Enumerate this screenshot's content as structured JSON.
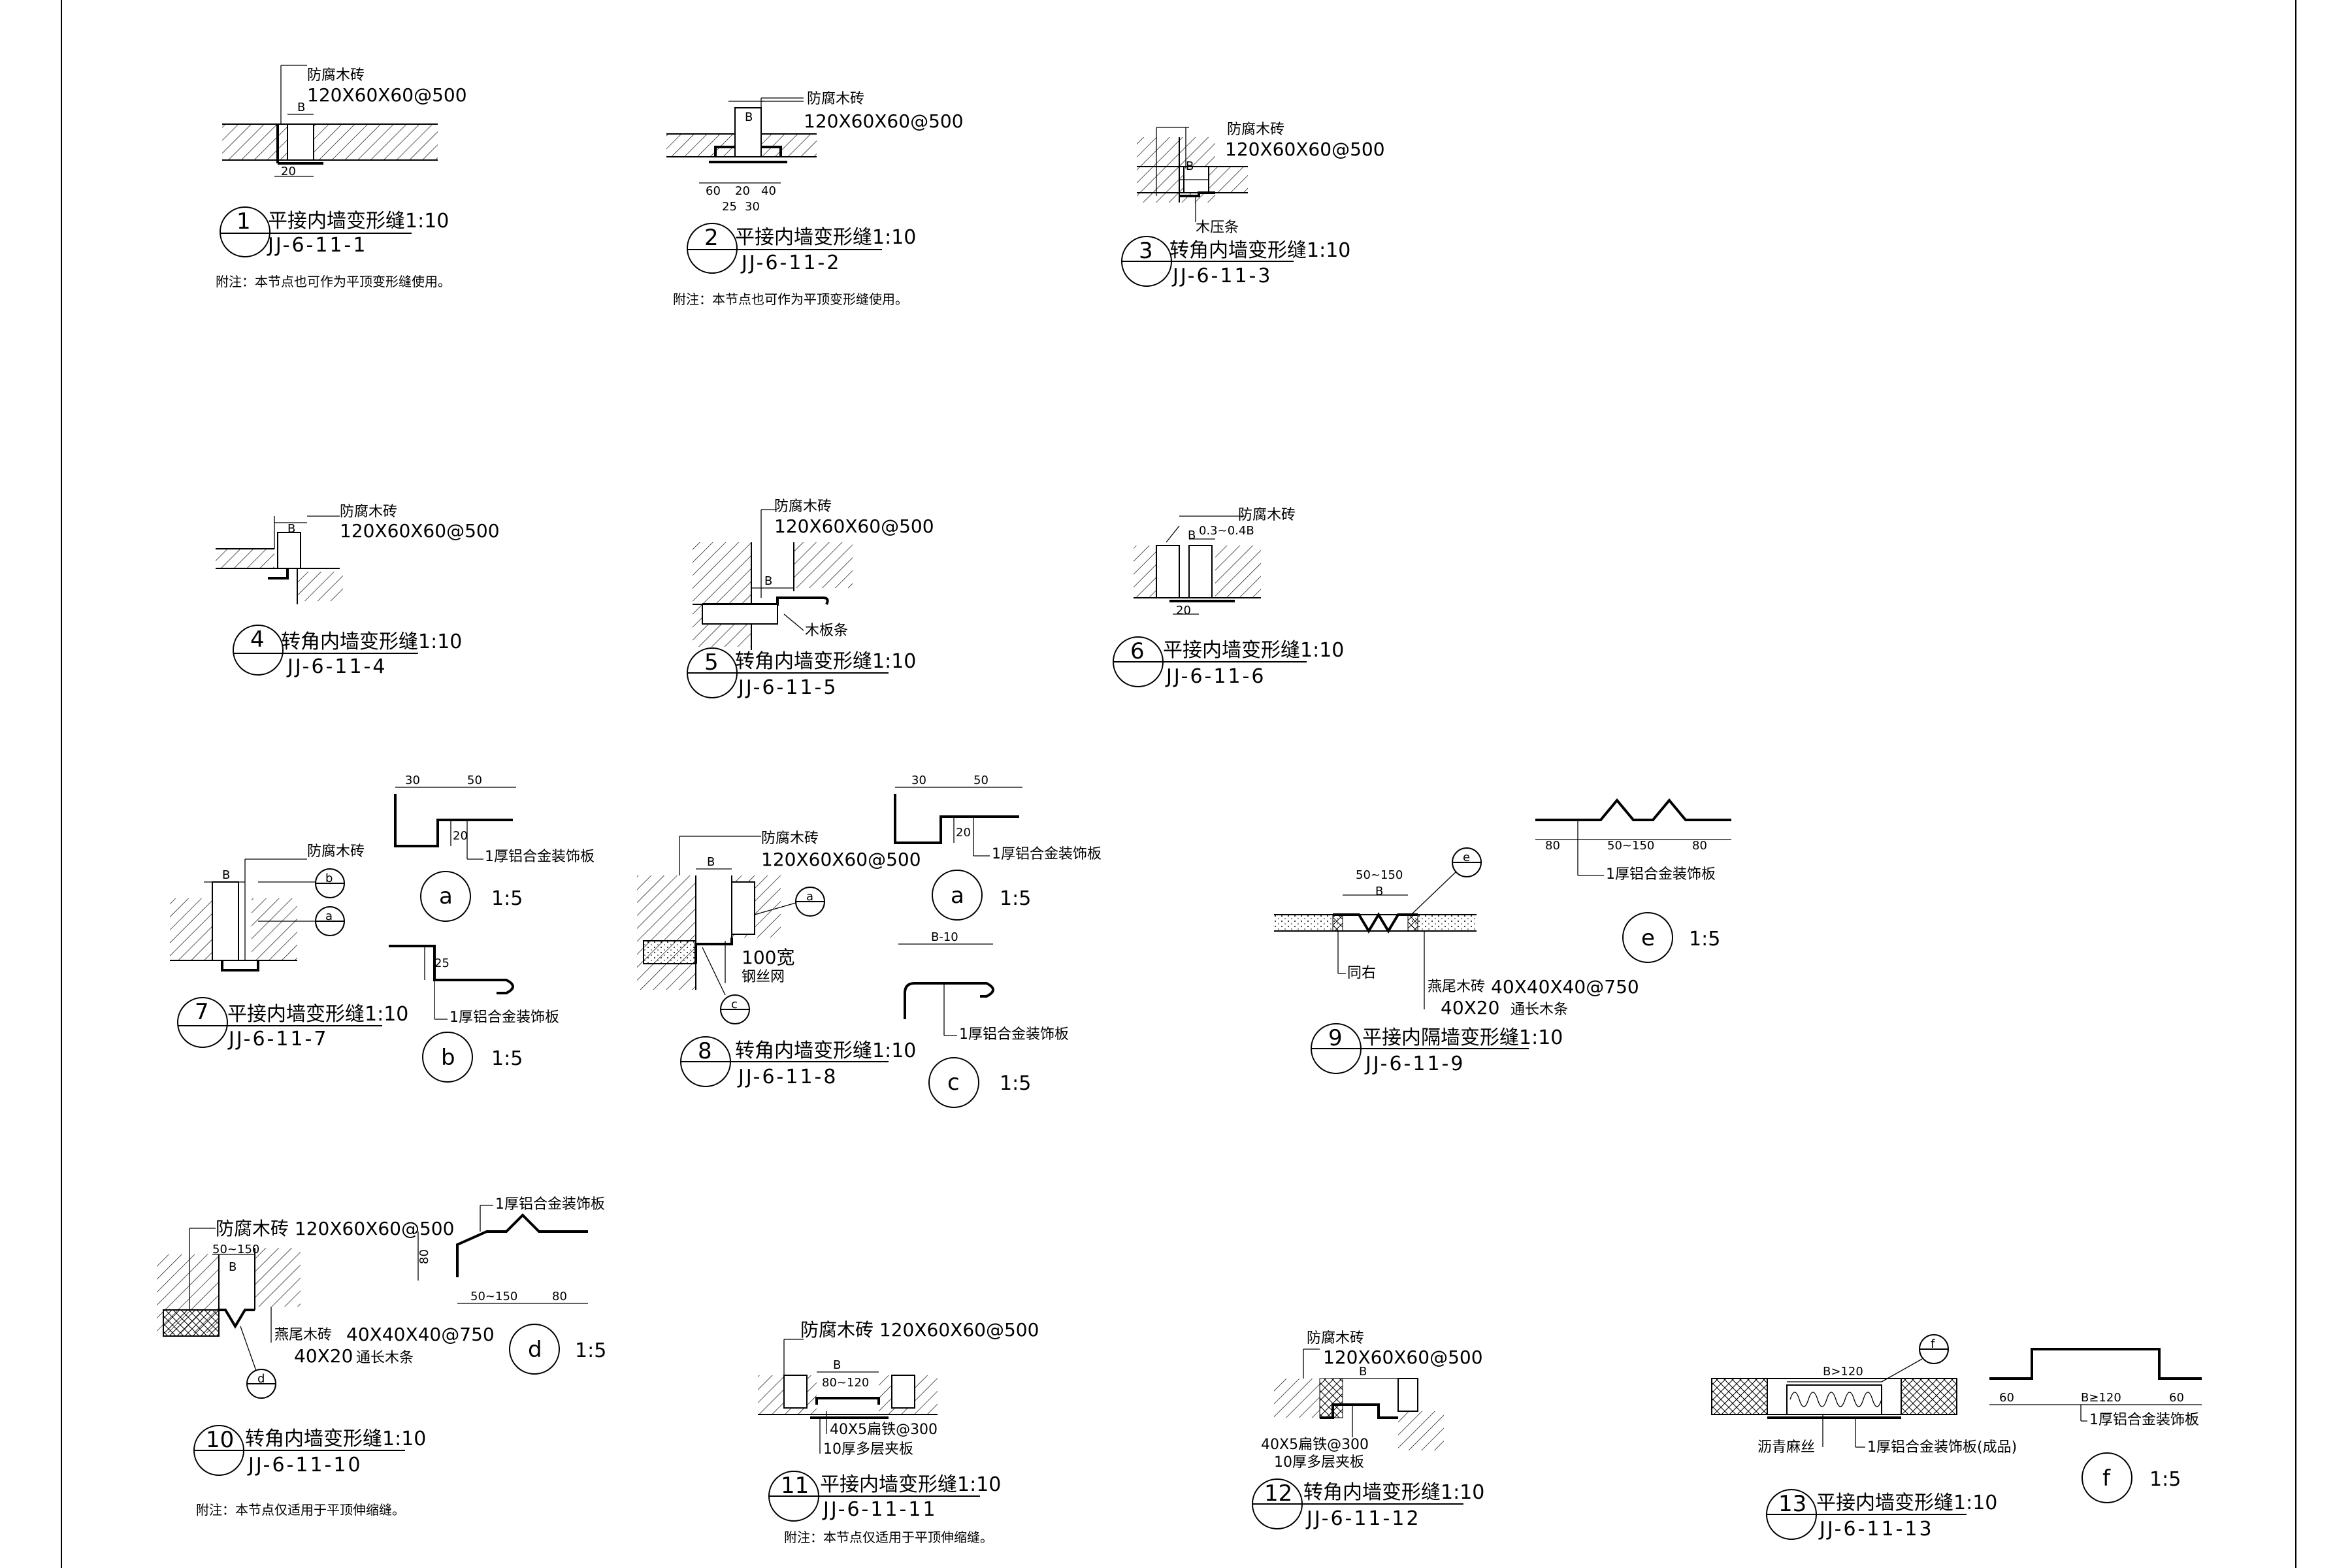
{
  "mat": {
    "anticorr_brick": "防腐木砖",
    "brick_spec": "120X60X60@500",
    "brick_full": "防腐木砖 120X60X60@500",
    "wood_strip": "木压条",
    "wood_board": "木板条",
    "ratio": "0.3~0.4B",
    "al_plate": "1厚铝合金装饰板",
    "steel_mesh": "100宽",
    "steel_mesh2": "钢丝网",
    "oil_hemp": "沥青麻丝",
    "dovetail": "燕尾木砖",
    "dovetail_spec": "40X40X40@750",
    "strip_spec": "40X20",
    "strip_name": "通长木条",
    "flat_iron": "40X5扁铁@300",
    "plywood": "10厚多层夹板",
    "stone": "同右",
    "al_plate_alt": "1厚铝合金装饰板(成品)"
  },
  "dim": {
    "B": "B",
    "d20": "20",
    "d60": "60",
    "d20b": "20",
    "d40": "40",
    "d25": "25",
    "d30": "30",
    "d30b": "30",
    "d50": "50",
    "d25b": "25",
    "b10": "B-10",
    "range": "50~150",
    "d80": "80",
    "r80_120": "80~120",
    "Bgt": "B>120",
    "Bge": "B≥120",
    "d60b": "60"
  },
  "details": [
    {
      "num": "1",
      "title": "平接内墙变形缝1:10",
      "code": "JJ-6-11-1"
    },
    {
      "num": "2",
      "title": "平接内墙变形缝1:10",
      "code": "JJ-6-11-2"
    },
    {
      "num": "3",
      "title": "转角内墙变形缝1:10",
      "code": "JJ-6-11-3"
    },
    {
      "num": "4",
      "title": "转角内墙变形缝1:10",
      "code": "JJ-6-11-4"
    },
    {
      "num": "5",
      "title": "转角内墙变形缝1:10",
      "code": "JJ-6-11-5"
    },
    {
      "num": "6",
      "title": "平接内墙变形缝1:10",
      "code": "JJ-6-11-6"
    },
    {
      "num": "7",
      "title": "平接内墙变形缝1:10",
      "code": "JJ-6-11-7"
    },
    {
      "num": "8",
      "title": "转角内墙变形缝1:10",
      "code": "JJ-6-11-8"
    },
    {
      "num": "9",
      "title": "平接内隔墙变形缝1:10",
      "code": "JJ-6-11-9"
    },
    {
      "num": "10",
      "title": "转角内墙变形缝1:10",
      "code": "JJ-6-11-10"
    },
    {
      "num": "11",
      "title": "平接内墙变形缝1:10",
      "code": "JJ-6-11-11"
    },
    {
      "num": "12",
      "title": "转角内墙变形缝1:10",
      "code": "JJ-6-11-12"
    },
    {
      "num": "13",
      "title": "平接内墙变形缝1:10",
      "code": "JJ-6-11-13"
    }
  ],
  "notes": {
    "n1": "附注：本节点也可作为平顶变形缝使用。",
    "n2": "附注：本节点也可作为平顶变形缝使用。",
    "n10": "附注：本节点仅适用于平顶伸缩缝。",
    "n11": "附注：本节点仅适用于平顶伸缩缝。"
  },
  "profiles": [
    {
      "id": "a",
      "scale": "1:5"
    },
    {
      "id": "b",
      "scale": "1:5"
    },
    {
      "id": "a2",
      "label": "a",
      "scale": "1:5"
    },
    {
      "id": "c",
      "scale": "1:5"
    },
    {
      "id": "e",
      "scale": "1:5"
    },
    {
      "id": "d",
      "scale": "1:5"
    },
    {
      "id": "f",
      "scale": "1:5"
    }
  ],
  "refs": {
    "a": "a",
    "b": "b",
    "c": "c",
    "d": "d",
    "e": "e",
    "f": "f"
  }
}
